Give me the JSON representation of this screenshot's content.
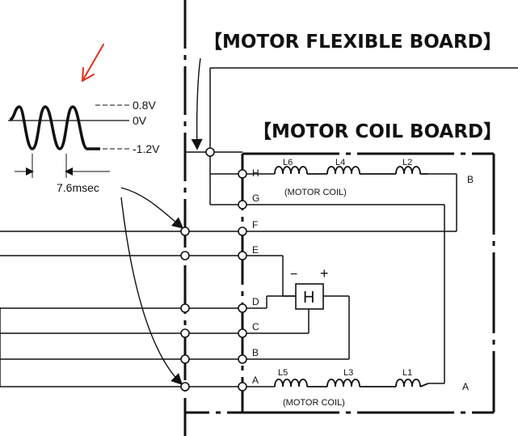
{
  "headings": {
    "motor_flexible_board": "【MOTOR FLEXIBLE BOARD】",
    "motor_coil_board": "【MOTOR COIL BOARD】"
  },
  "waveform": {
    "v_high": "0.8V",
    "v_zero": "0V",
    "v_low": "-1.2V",
    "period": "7.6msec"
  },
  "pins": [
    "H",
    "G",
    "F",
    "E",
    "D",
    "C",
    "B",
    "A"
  ],
  "hall": {
    "label": "H",
    "minus": "−",
    "plus": "+"
  },
  "coils_top": [
    "L6",
    "L4",
    "L2"
  ],
  "coils_bottom": [
    "L5",
    "L3",
    "L1"
  ],
  "coil_caption": "(MOTOR COIL)",
  "terminals": {
    "top": "B",
    "bottom": "A"
  },
  "colors": {
    "ink": "#111111",
    "annotation": "#e0301e"
  }
}
